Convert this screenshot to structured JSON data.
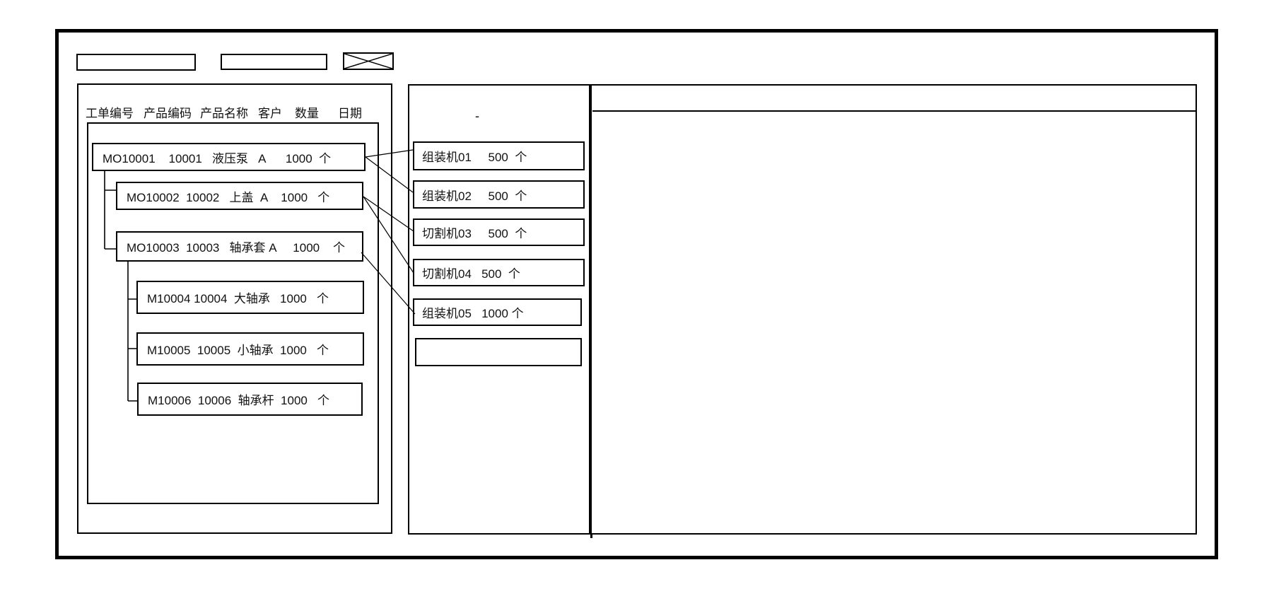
{
  "toolbar": {
    "field1_value": "",
    "field2_value": "",
    "icons": {
      "crossed_box": "image-placeholder-icon"
    }
  },
  "left_panel": {
    "columns": [
      "工单编号",
      "产品编码",
      "产品名称",
      "客户",
      "数量",
      "日期"
    ],
    "orders": [
      {
        "order_no": "MO10001",
        "product_code": "10001",
        "product_name": "液压泵",
        "customer": "A",
        "qty": "1000",
        "unit": "个",
        "indent": 0,
        "display": "MO10001    10001   液压泵   A      1000  个"
      },
      {
        "order_no": "MO10002",
        "product_code": "10002",
        "product_name": "上盖",
        "customer": "A",
        "qty": "1000",
        "unit": "个",
        "indent": 1,
        "display": "MO10002  10002   上盖  A    1000   个"
      },
      {
        "order_no": "MO10003",
        "product_code": "10003",
        "product_name": "轴承套",
        "customer": "A",
        "qty": "1000",
        "unit": "个",
        "indent": 1,
        "display": "MO10003  10003   轴承套 A     1000    个"
      },
      {
        "order_no": "M10004",
        "product_code": "10004",
        "product_name": "大轴承",
        "customer": "",
        "qty": "1000",
        "unit": "个",
        "indent": 2,
        "display": "M10004 10004  大轴承   1000   个"
      },
      {
        "order_no": "M10005",
        "product_code": "10005",
        "product_name": "小轴承",
        "customer": "",
        "qty": "1000",
        "unit": "个",
        "indent": 2,
        "display": "M10005  10005  小轴承  1000   个"
      },
      {
        "order_no": "M10006",
        "product_code": "10006",
        "product_name": "轴承杆",
        "customer": "",
        "qty": "1000",
        "unit": "个",
        "indent": 2,
        "display": "M10006  10006  轴承杆  1000   个"
      }
    ]
  },
  "machine_panel": {
    "mark": "-",
    "machines": [
      {
        "machine": "组装机01",
        "qty": "500",
        "unit": "个",
        "display": "组装机01     500  个"
      },
      {
        "machine": "组装机02",
        "qty": "500",
        "unit": "个",
        "display": "组装机02     500  个"
      },
      {
        "machine": "切割机03",
        "qty": "500",
        "unit": "个",
        "display": "切割机03     500  个"
      },
      {
        "machine": "切割机04",
        "qty": "500",
        "unit": "个",
        "display": "切割机04   500  个"
      },
      {
        "machine": "组装机05",
        "qty": "1000",
        "unit": "个",
        "display": "组装机05   1000 个"
      },
      {
        "machine": "",
        "qty": "",
        "unit": "",
        "display": ""
      }
    ]
  },
  "connections": [
    {
      "from": "MO10001",
      "to": "组装机01"
    },
    {
      "from": "MO10001",
      "to": "组装机02"
    },
    {
      "from": "MO10002",
      "to": "切割机03"
    },
    {
      "from": "MO10002",
      "to": "切割机04"
    },
    {
      "from": "MO10003",
      "to": "组装机05"
    }
  ],
  "colors": {
    "line": "#000000",
    "background": "#ffffff",
    "text": "#111111"
  }
}
